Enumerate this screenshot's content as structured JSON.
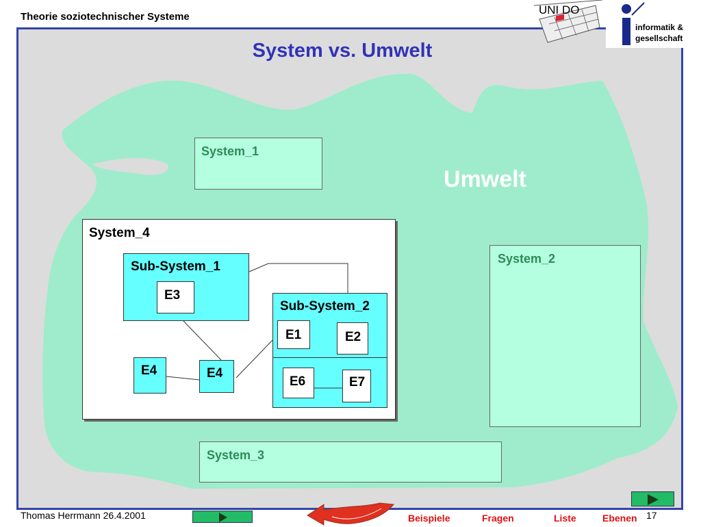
{
  "header": {
    "title": "Theorie soziotechnischer Systeme"
  },
  "slide": {
    "title": "System vs. Umwelt"
  },
  "diagram": {
    "environment_label": "Umwelt",
    "system_1": "System_1",
    "system_2": "System_2",
    "system_3": "System_3",
    "system_4": "System_4",
    "sub_system_1": "Sub-System_1",
    "sub_system_2": "Sub-System_2",
    "elements": {
      "e1": "E1",
      "e2": "E2",
      "e3": "E3",
      "e4_left": "E4",
      "e4_right": "E4",
      "e6": "E6",
      "e7": "E7"
    }
  },
  "logos": {
    "uni": "UNI DO",
    "ig_line1": "informatik &",
    "ig_line2": "gesellschaft"
  },
  "footer": {
    "author": "Thomas Herrmann 26.4.2001",
    "links": [
      "Beispiele",
      "Fragen",
      "Liste",
      "Ebenen"
    ],
    "page_number": "17"
  },
  "colors": {
    "environment": "#9eeccc",
    "system_fill": "#b4ffe0",
    "subsystem_fill": "#66ffff",
    "title_blue": "#3232b8",
    "link_red": "#e01010",
    "nav_green": "#22bb66"
  }
}
